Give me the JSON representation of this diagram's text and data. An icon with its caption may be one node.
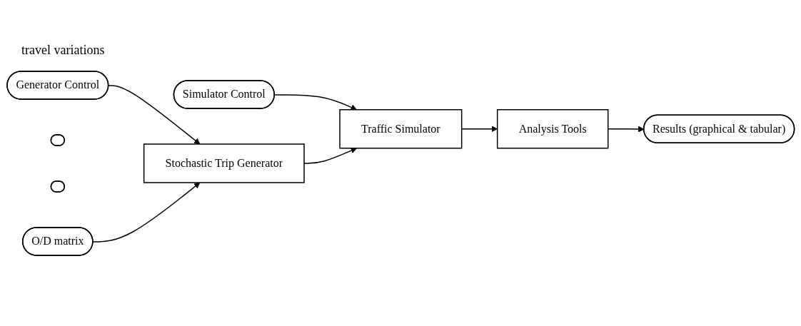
{
  "diagram": {
    "nodes": [
      {
        "text": [
          "Generator Control"
        ]
      },
      {
        "text": [
          "Simulator Control"
        ]
      },
      {
        "text": [],
        "shape": "ellipse"
      },
      {
        "text": [],
        "shape": "ellipse"
      },
      {
        "text": [
          "O/D matrix"
        ]
      },
      {
        "text": [
          "Stochastic Trip Generator"
        ]
      },
      {
        "text": [
          "Traffic Simulator"
        ]
      },
      {
        "text": [
          "Analysis Tools"
        ]
      },
      {
        "text": [
          "Results (graphical & tabular)"
        ]
      }
    ],
    "edges": [
      {
        "from": 0,
        "to": 5,
        "arrow": "to"
      },
      {
        "from": 1,
        "to": 6,
        "arrow": "to"
      },
      {
        "from": 4,
        "to": 5,
        "arrow": "to"
      },
      {
        "from": 5,
        "to": 6,
        "arrow": "to"
      },
      {
        "from": 6,
        "to": 7,
        "arrow": "to"
      },
      {
        "from": 7,
        "to": 8,
        "arrow": "to"
      }
    ],
    "labels": [
      "travel variations"
    ]
  }
}
